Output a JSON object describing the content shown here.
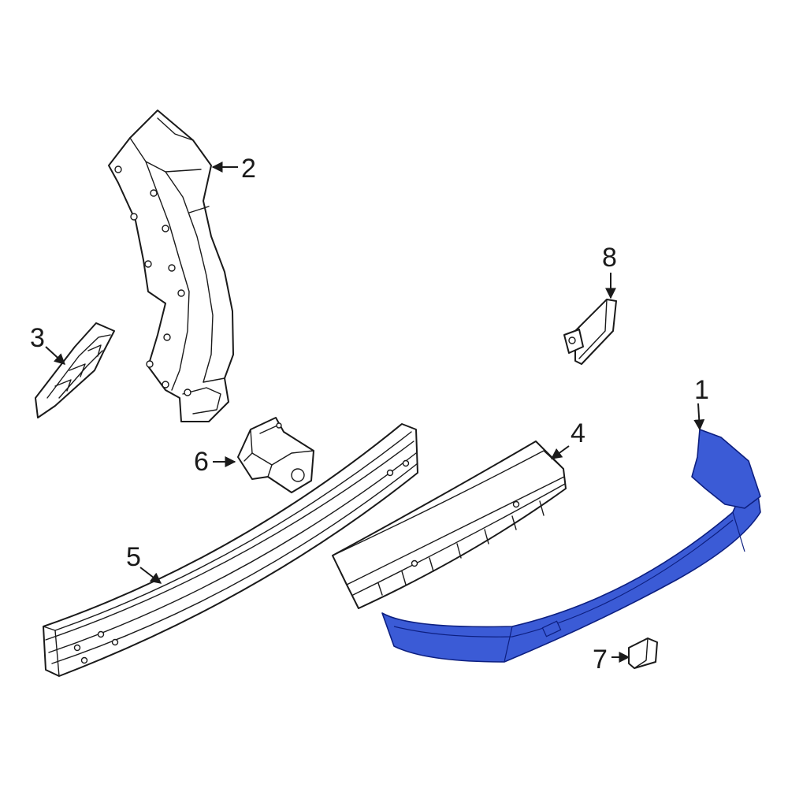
{
  "callouts": [
    {
      "number": "1"
    },
    {
      "number": "2"
    },
    {
      "number": "3"
    },
    {
      "number": "4"
    },
    {
      "number": "5"
    },
    {
      "number": "6"
    },
    {
      "number": "7"
    },
    {
      "number": "8"
    }
  ],
  "colors": {
    "highlight_fill": "#3b5bd6",
    "highlight_stroke": "#0d1f80",
    "line": "#1a1a1a",
    "background": "#ffffff"
  }
}
